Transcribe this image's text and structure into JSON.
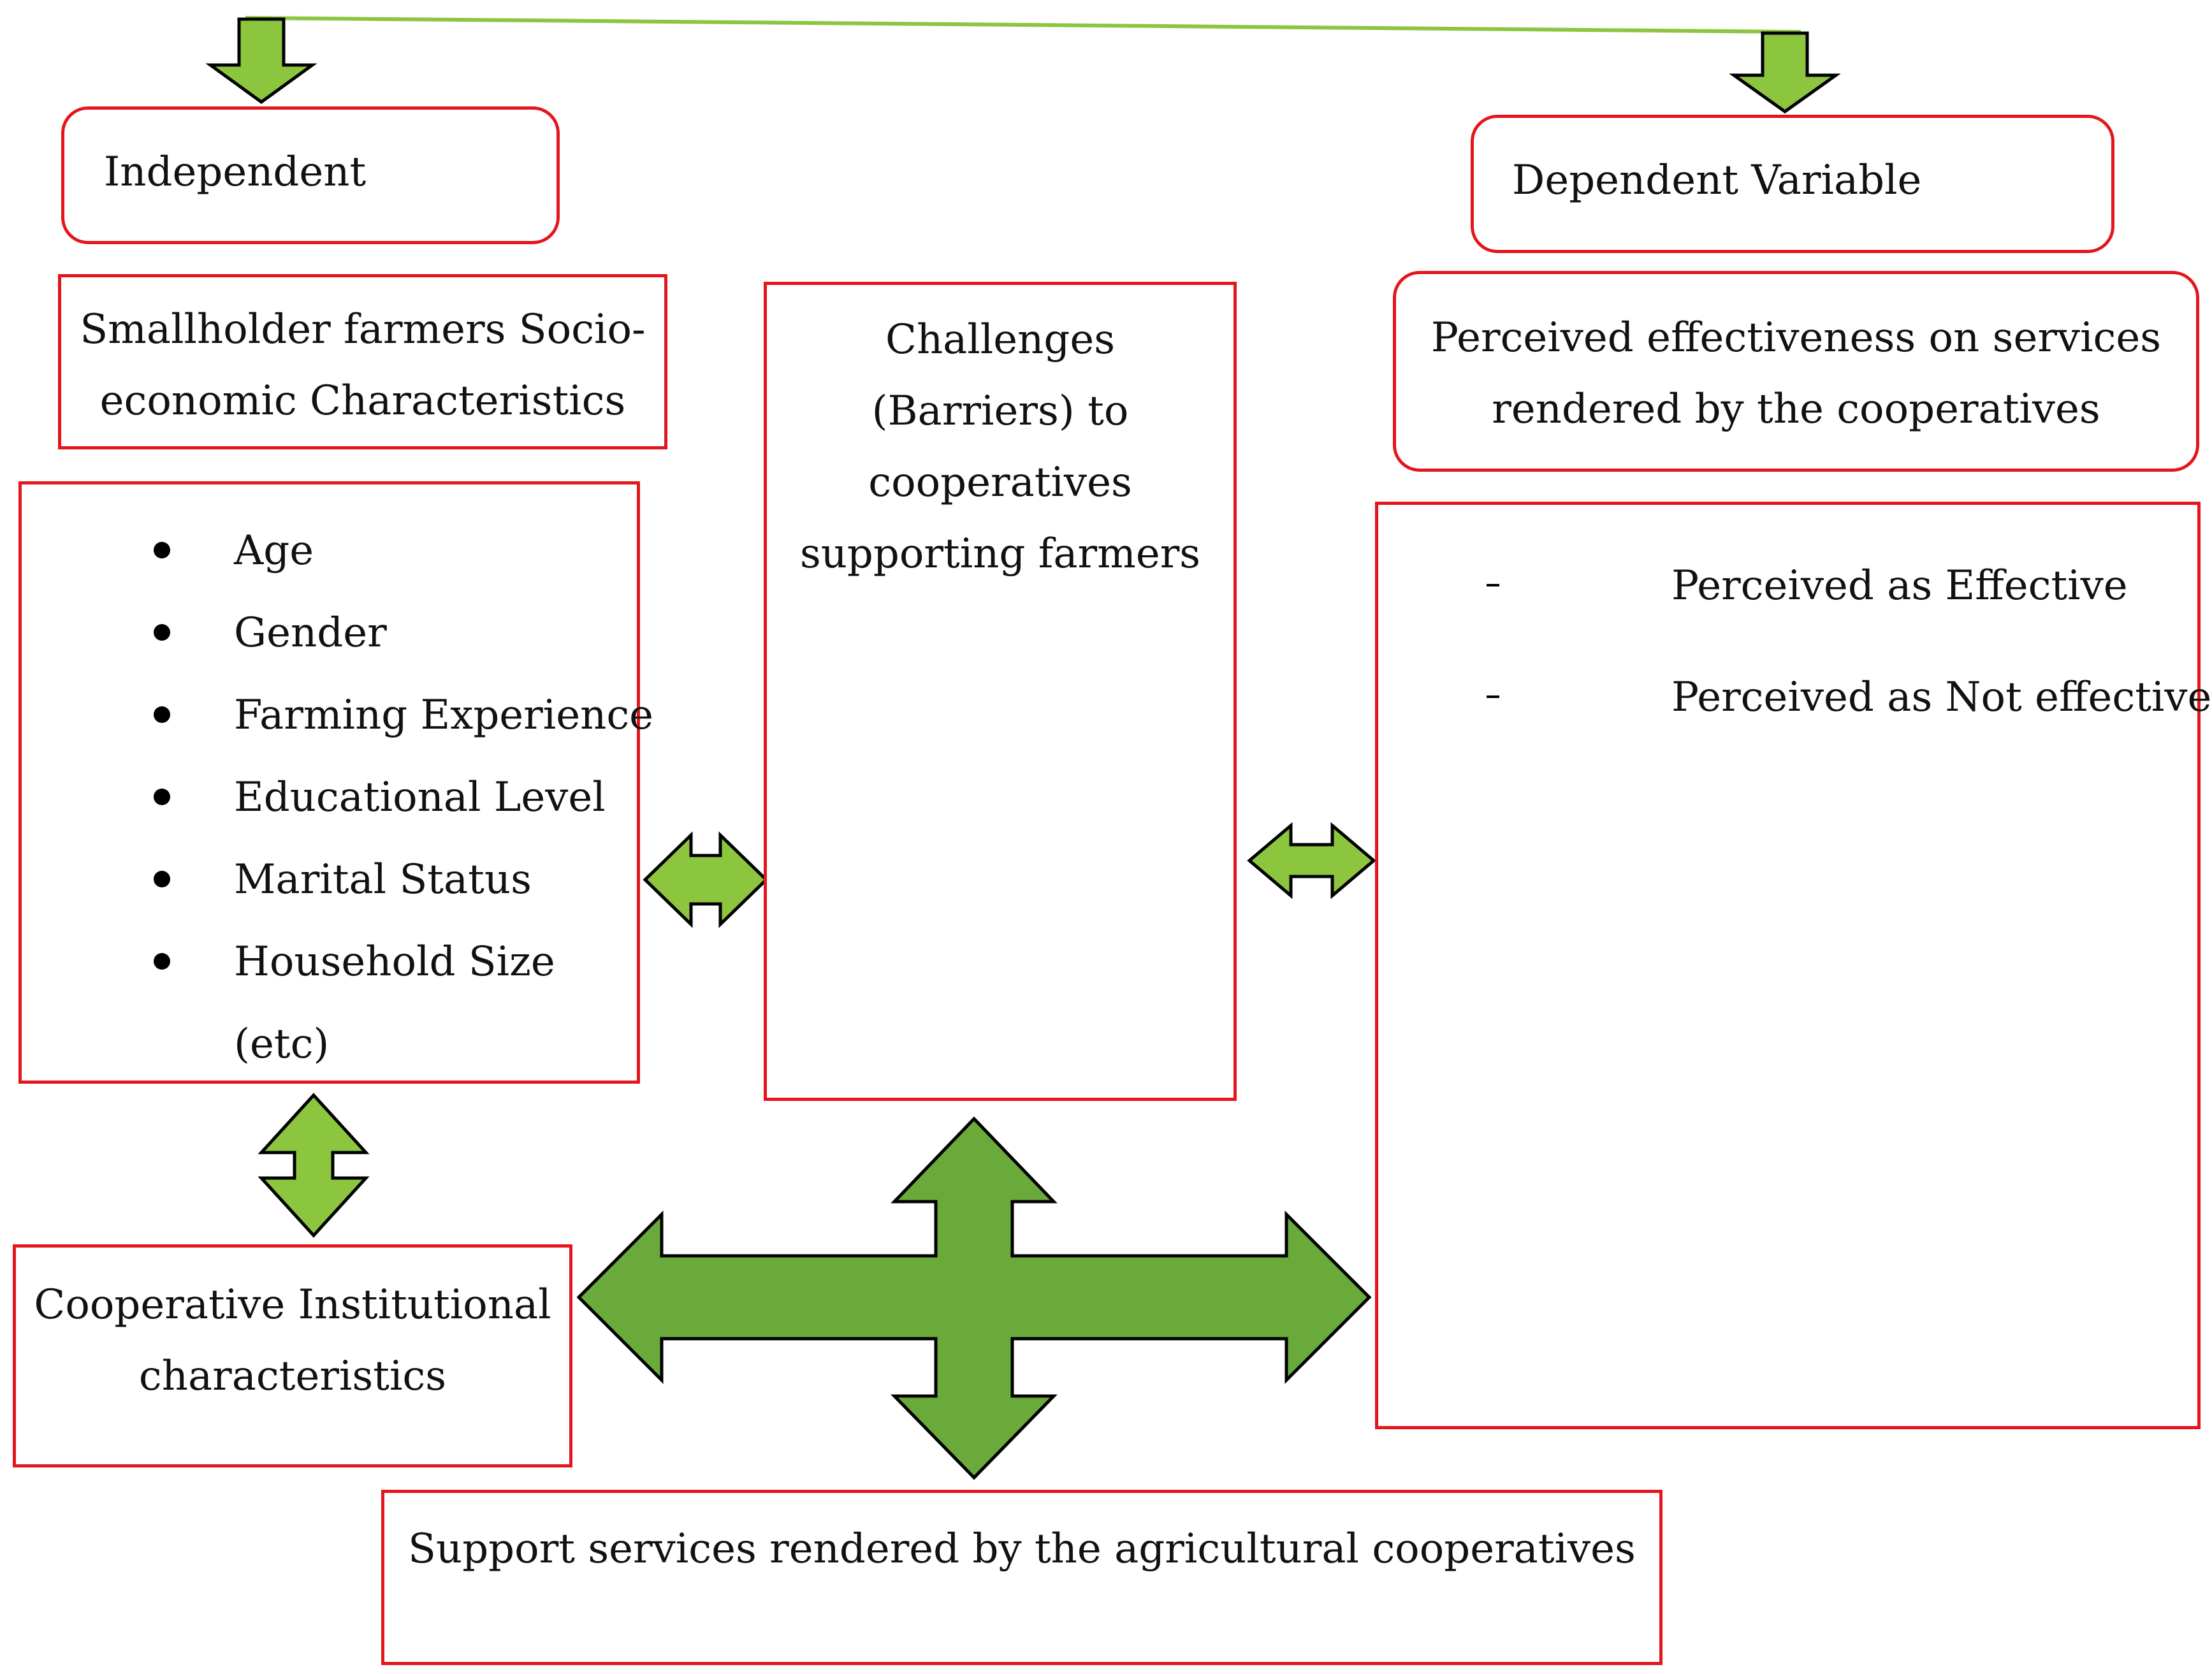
{
  "colors": {
    "box_border": "#e4161c",
    "arrow_light": "#8cc63f",
    "arrow_dark": "#6aaa3a",
    "arrow_stroke": "#000000",
    "top_line": "#8cc63f"
  },
  "independent_label": "Independent",
  "dependent_label": "Dependent Variable",
  "socio_box": {
    "line1": "Smallholder farmers Socio-",
    "line2": "economic Characteristics"
  },
  "characteristics": {
    "items": [
      "Age",
      "Gender",
      "Farming Experience",
      "Educational Level",
      "Marital Status",
      "Household Size"
    ],
    "trailing": "(etc)"
  },
  "challenges": {
    "lines": [
      "Challenges",
      "(Barriers) to",
      "cooperatives",
      "supporting farmers"
    ]
  },
  "effectiveness_header": {
    "line1": "Perceived effectiveness on services",
    "line2": "rendered by the cooperatives"
  },
  "outcomes": {
    "items": [
      "Perceived as Effective",
      "Perceived as Not effective"
    ]
  },
  "institutional": {
    "line1": "Cooperative Institutional",
    "line2": "characteristics"
  },
  "support_services": "Support services rendered by the agricultural cooperatives"
}
